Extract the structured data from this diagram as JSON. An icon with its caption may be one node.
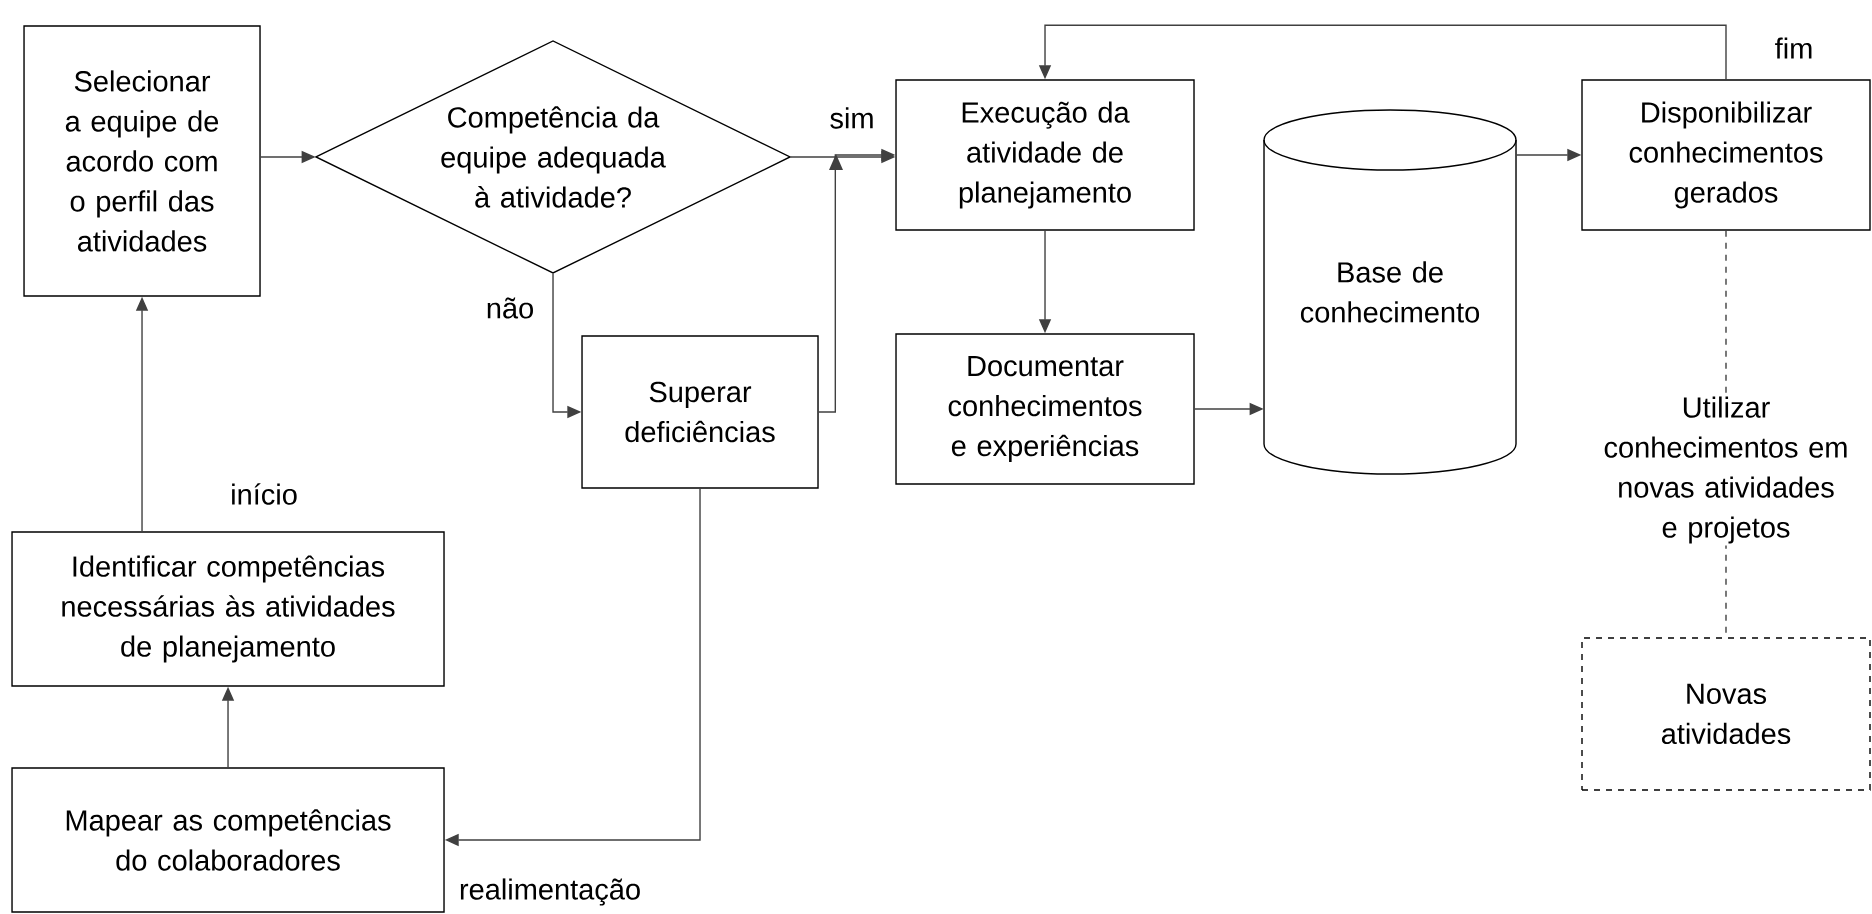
{
  "diagram": {
    "nodes": [
      {
        "text": [
          "Selecionar a equipe de acordo com o perfil das atividades"
        ]
      },
      {
        "text": [
          "Competência da equipe adequada à atividade?"
        ]
      },
      {
        "text": [
          "Superar deficiências"
        ]
      },
      {
        "text": [
          "Execução da atividade de planejamento"
        ]
      },
      {
        "text": [
          "Documentar conhecimentos e experiências"
        ]
      },
      {
        "text": [
          "Base de conhecimento"
        ]
      },
      {
        "text": [
          "Disponibilizar conhecimentos gerados"
        ]
      },
      {
        "text": [
          "Novas atividades"
        ]
      },
      {
        "text": [
          "Identificar competências necessárias às atividades de planejamento"
        ]
      },
      {
        "text": [
          "Mapear as competências do colaboradores"
        ]
      }
    ],
    "edges": [
      {
        "from": 0,
        "to": 1,
        "arrow": "to"
      },
      {
        "from": 1,
        "to": 3,
        "arrow": "to",
        "label": "sim"
      },
      {
        "from": 1,
        "to": 2,
        "arrow": "to",
        "label": "não"
      },
      {
        "from": 2,
        "to": 3,
        "arrow": "to"
      },
      {
        "from": 3,
        "to": 4,
        "arrow": "to"
      },
      {
        "from": 4,
        "to": 5,
        "arrow": "to"
      },
      {
        "from": 5,
        "to": 6,
        "arrow": "to"
      },
      {
        "from": 6,
        "to": 3,
        "arrow": "to",
        "label": "fim"
      },
      {
        "from": 6,
        "to": 7,
        "arrow": "none",
        "style": "dashed",
        "label": "Utilizar conhecimentos em novas atividades e projetos"
      },
      {
        "from": 2,
        "to": 9,
        "arrow": "to",
        "label": "realimentação"
      },
      {
        "from": 9,
        "to": 8,
        "arrow": "to"
      },
      {
        "from": 8,
        "to": 0,
        "arrow": "to",
        "label": "início"
      }
    ]
  }
}
